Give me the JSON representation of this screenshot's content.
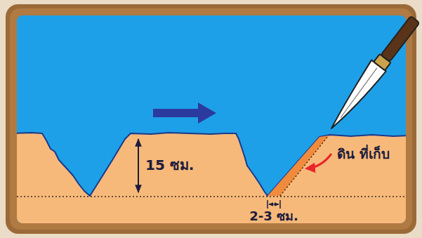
{
  "diagram": {
    "labels": [
      "15 ซม.",
      "ดิน ที่เก็บ",
      "2-3 ซม."
    ]
  }
}
